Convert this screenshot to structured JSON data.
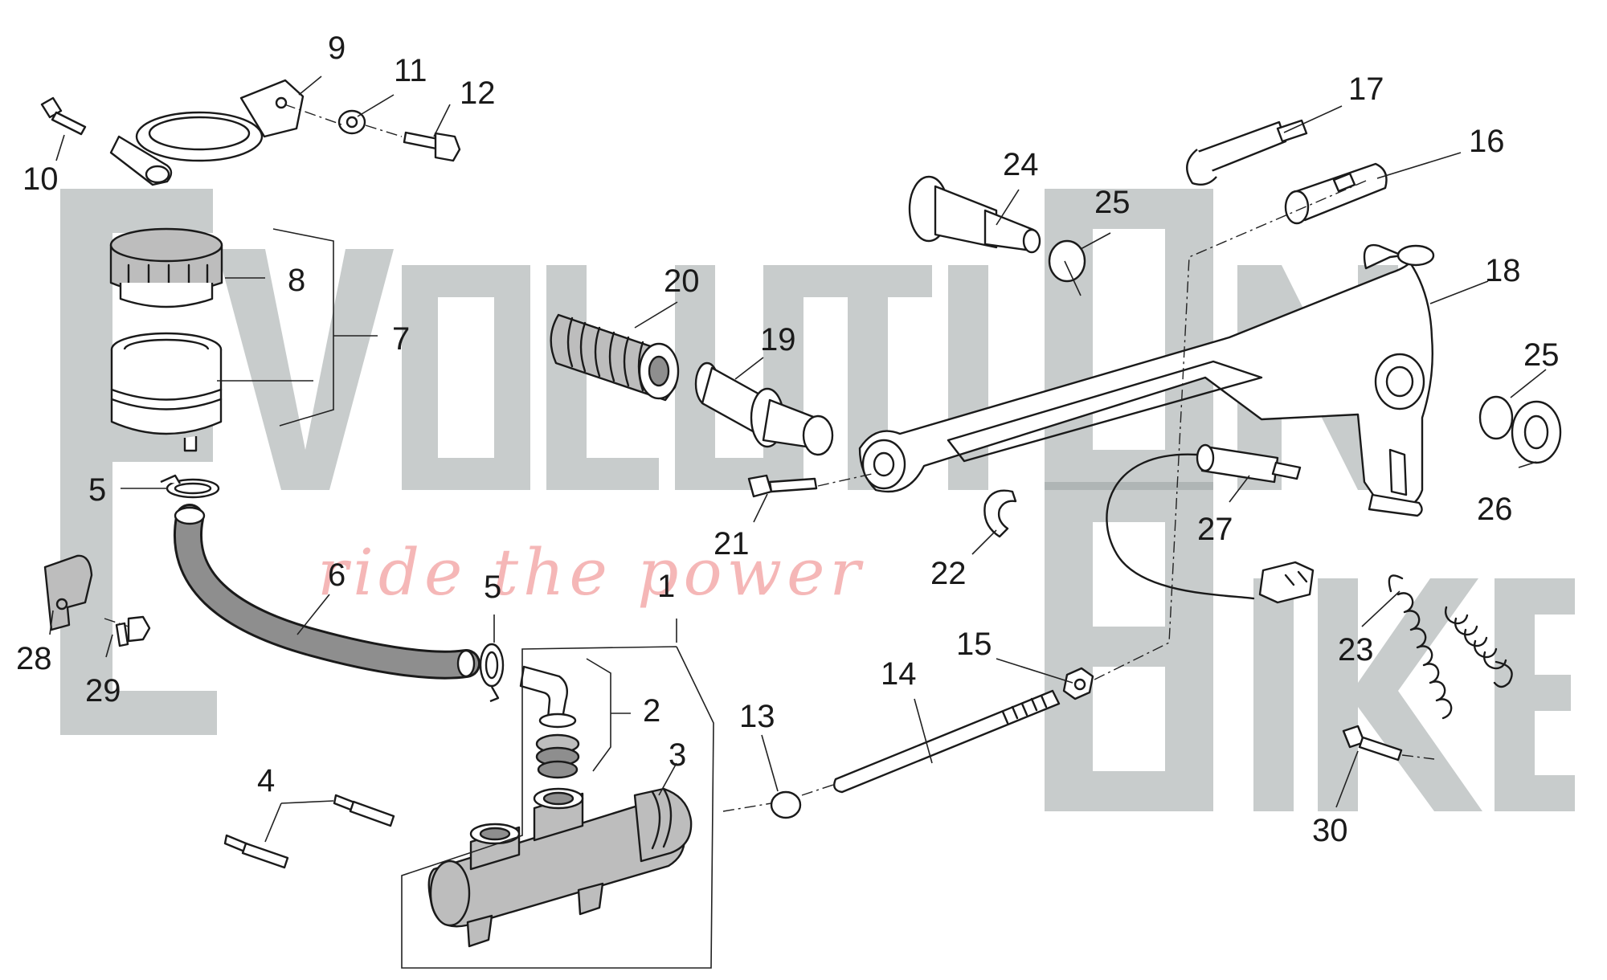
{
  "watermark": {
    "line1": "EvOLUTIOn",
    "line2": "BIKE",
    "tagline": "ride the power",
    "color": "#9aa3a3",
    "tagline_color": "#f2a0a0"
  },
  "callouts": [
    "1",
    "2",
    "3",
    "4",
    "5",
    "5",
    "6",
    "7",
    "8",
    "9",
    "10",
    "11",
    "12",
    "13",
    "14",
    "15",
    "16",
    "17",
    "18",
    "19",
    "20",
    "21",
    "22",
    "23",
    "24",
    "25",
    "25",
    "26",
    "27",
    "28",
    "29",
    "30"
  ]
}
